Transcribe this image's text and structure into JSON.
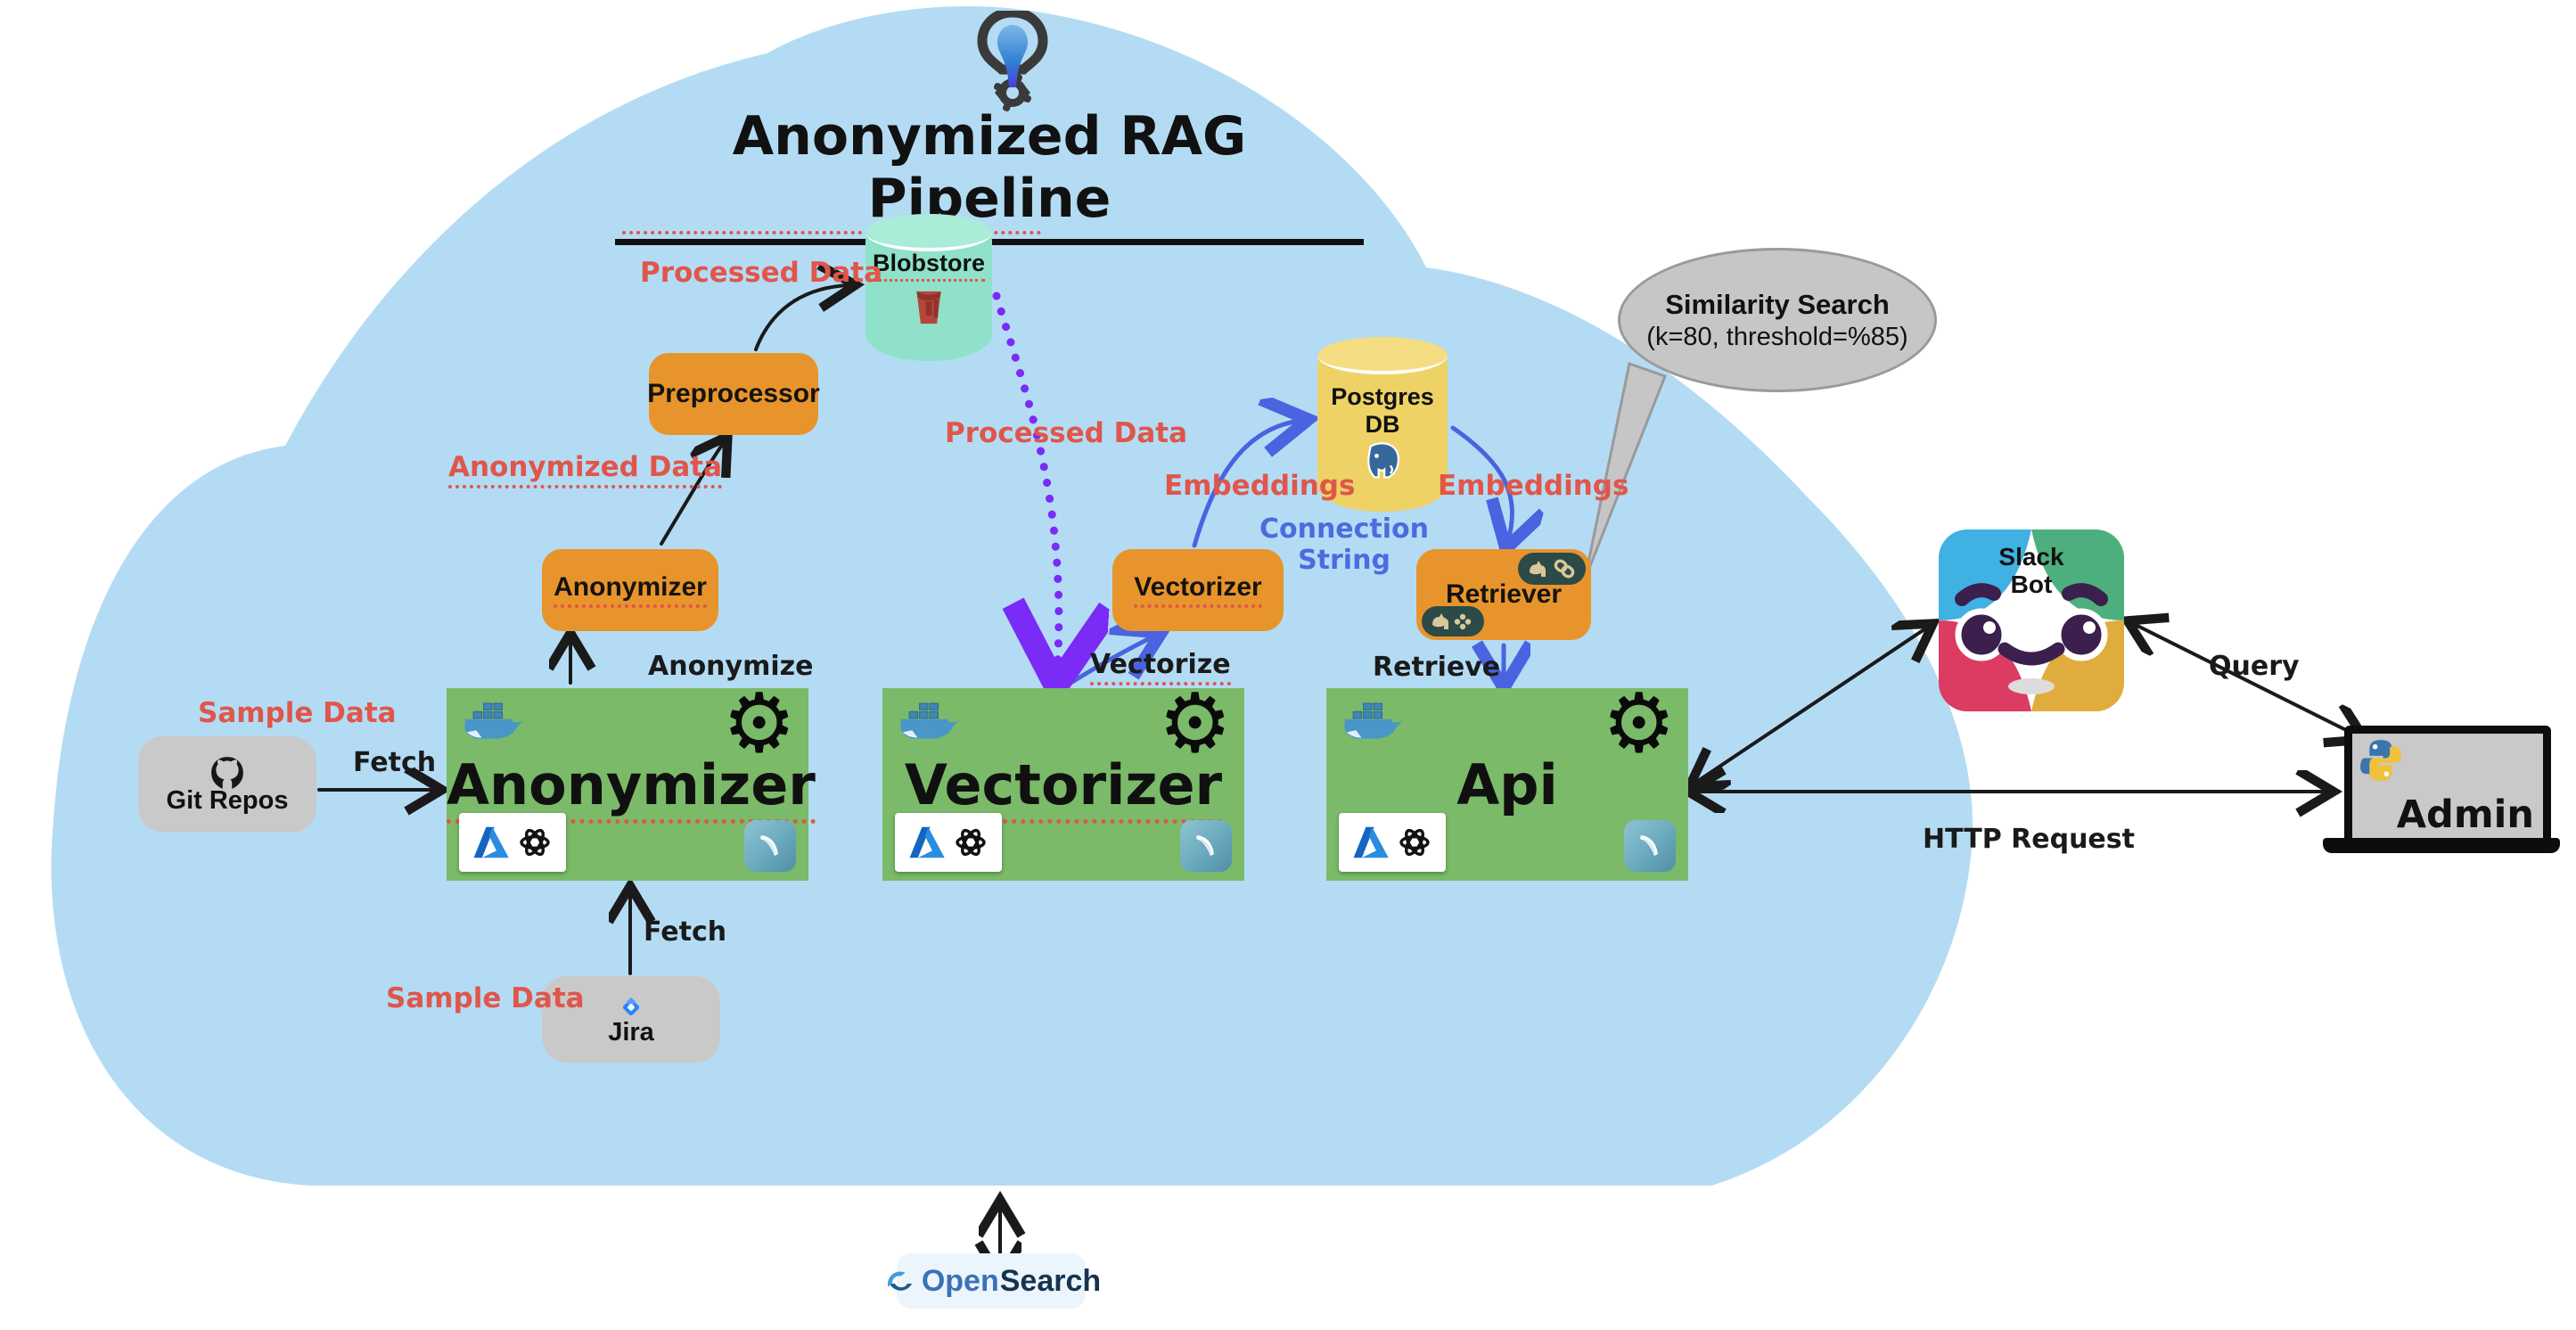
{
  "title": {
    "text": "Anonymized RAG Pipeline"
  },
  "nodes": {
    "git_repos": "Git Repos",
    "jira": "Jira",
    "blobstore": "Blobstore",
    "preprocessor": "Preprocessor",
    "anonymizer_step": "Anonymizer",
    "vectorizer_step": "Vectorizer",
    "retriever_step": "Retriever",
    "postgres_db": "Postgres\nDB",
    "anonymizer_service": "Anonymizer",
    "vectorizer_service": "Vectorizer",
    "api_service": "Api",
    "slack_bot": "Slack\nBot",
    "admin": "Admin",
    "opensearch_open": "Open",
    "opensearch_search": "Search"
  },
  "edge_labels": {
    "sample_data_git": "Sample Data",
    "sample_data_jira": "Sample Data",
    "fetch_git": "Fetch",
    "fetch_jira": "Fetch",
    "anonymize": "Anonymize",
    "anonymized_data": "Anonymized Data",
    "processed_data_top": "Processed Data",
    "processed_data_mid": "Processed Data",
    "vectorize": "Vectorize",
    "embeddings_left": "Embeddings",
    "embeddings_right": "Embeddings",
    "connection_string": "Connection\nString",
    "retrieve": "Retrieve",
    "query": "Query",
    "http_request": "HTTP Request"
  },
  "callout": {
    "title": "Similarity Search",
    "subtitle": "(k=80, threshold=%85)"
  },
  "colors": {
    "cloud": "#b3dcf4",
    "service_green": "#7aba68",
    "step_orange": "#e8942c",
    "node_gray": "#c9c9c9",
    "blobstore_teal": "#8fe2c9",
    "postgres_yellow": "#eed266",
    "bubble_gray": "#c6c6c6",
    "arrow_black": "#1a1a1a",
    "arrow_blue": "#4a63e0",
    "arrow_purple": "#7a2bf5",
    "label_red": "#e0564a",
    "label_blue": "#4a6cdf",
    "slack_blue": "#3fb1e3",
    "slack_green": "#4caf7d",
    "slack_red": "#dc3b62",
    "slack_yellow": "#e0ac3d"
  }
}
